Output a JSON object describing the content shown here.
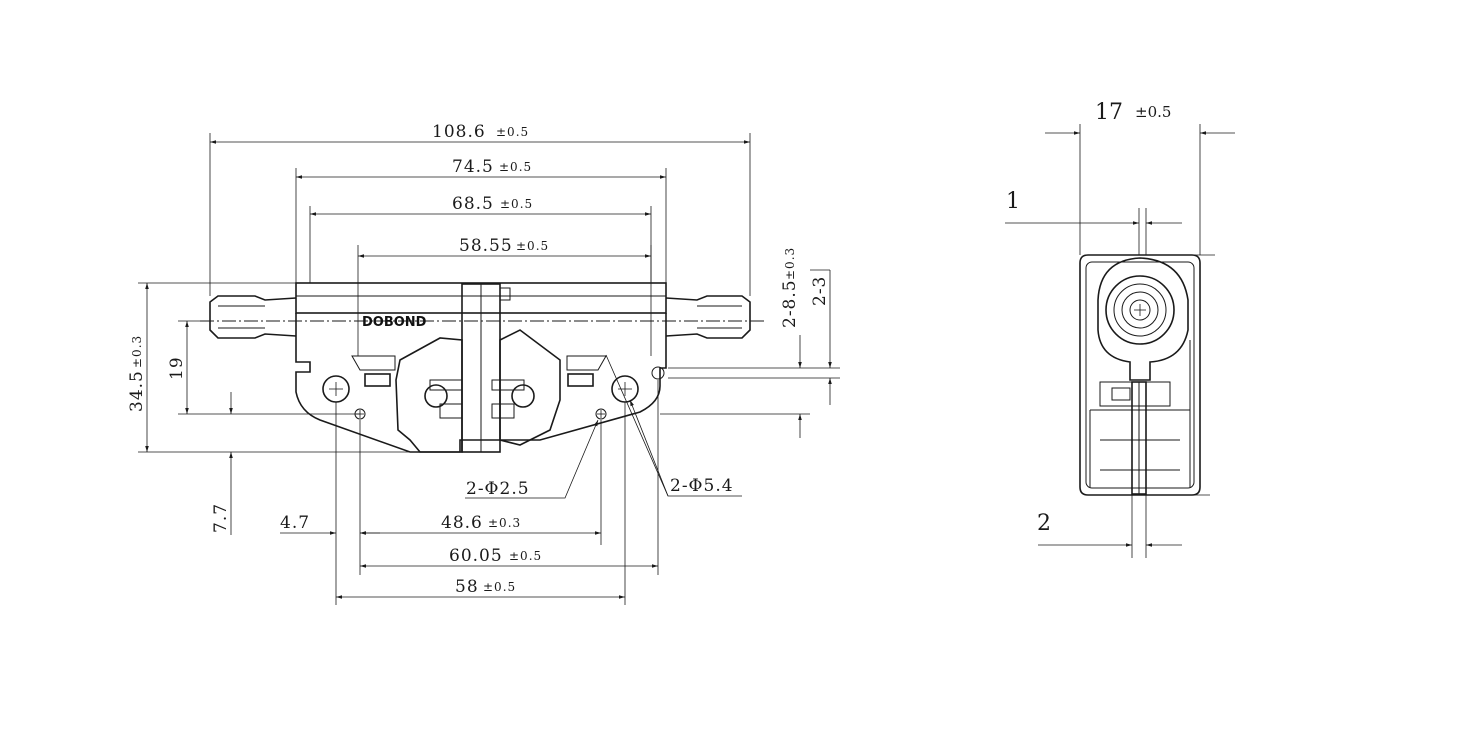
{
  "front_view": {
    "logo_text": "DOBOND",
    "dimensions": {
      "overall_length": {
        "value": "108.6",
        "tolerance": "±0.5"
      },
      "body_length": {
        "value": "74.5",
        "tolerance": "±0.5"
      },
      "inner_length": {
        "value": "68.5",
        "tolerance": "±0.5"
      },
      "slot_length": {
        "value": "58.55",
        "tolerance": "±0.5"
      },
      "height": {
        "value": "34.5",
        "tolerance": "±0.3"
      },
      "axis_height": {
        "value": "19"
      },
      "bottom_offset": {
        "value": "7.7"
      },
      "left_offset": {
        "value": "4.7"
      },
      "small_hole_pitch": {
        "value": "48.6",
        "tolerance": "±0.3"
      },
      "outer_pitch": {
        "value": "60.05",
        "tolerance": "±0.5"
      },
      "large_hole_pitch": {
        "value": "58",
        "tolerance": "±0.5"
      },
      "small_hole_label": "2-Φ2.5",
      "large_hole_label": "2-Φ5.4",
      "vertical_offset": {
        "value": "2-8.5",
        "tolerance": "±0.3"
      },
      "vertical_small": {
        "value": "2-3"
      }
    }
  },
  "side_view": {
    "dimensions": {
      "width": {
        "value": "17",
        "tolerance": "±0.5"
      },
      "top_offset": {
        "value": "1"
      },
      "bottom_offset": {
        "value": "2"
      }
    }
  }
}
